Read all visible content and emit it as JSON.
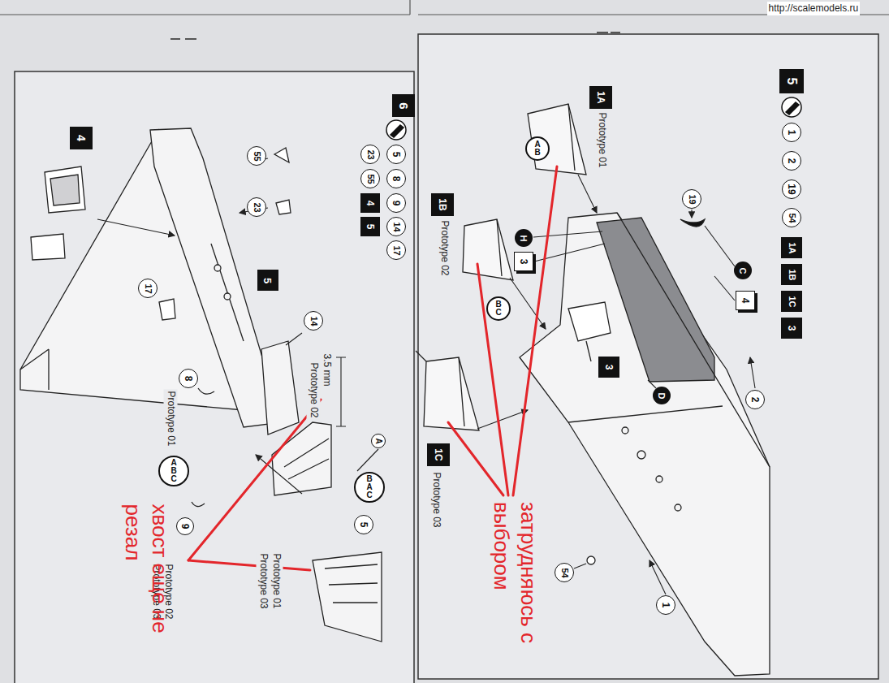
{
  "diagram": {
    "nodes": [
      {
        "text": [
          "5"
        ]
      },
      {
        "text": [
          "1"
        ]
      },
      {
        "text": [
          "2"
        ]
      },
      {
        "text": [
          "19"
        ]
      },
      {
        "text": [
          "54"
        ]
      },
      {
        "text": [
          "1A"
        ]
      },
      {
        "text": [
          "1B"
        ]
      },
      {
        "text": [
          "1C"
        ]
      },
      {
        "text": [
          "3"
        ]
      },
      {
        "text": [
          "1A"
        ]
      },
      {
        "text": [
          "A",
          "B"
        ]
      },
      {
        "text": [
          "1B"
        ]
      },
      {
        "text": [
          "H"
        ]
      },
      {
        "text": [
          "3"
        ]
      },
      {
        "text": [
          "19"
        ]
      },
      {
        "text": [
          "C"
        ]
      },
      {
        "text": [
          "4"
        ]
      },
      {
        "text": [
          "B",
          "C"
        ]
      },
      {
        "text": [
          "3"
        ]
      },
      {
        "text": [
          "D"
        ]
      },
      {
        "text": [
          "2"
        ]
      },
      {
        "text": [
          "1C"
        ]
      },
      {
        "text": [
          "54"
        ]
      },
      {
        "text": [
          "1"
        ]
      },
      {
        "text": [
          "6"
        ]
      },
      {
        "text": [
          "5"
        ]
      },
      {
        "text": [
          "8"
        ]
      },
      {
        "text": [
          "9"
        ]
      },
      {
        "text": [
          "14"
        ]
      },
      {
        "text": [
          "17"
        ]
      },
      {
        "text": [
          "23"
        ]
      },
      {
        "text": [
          "55"
        ]
      },
      {
        "text": [
          "4"
        ]
      },
      {
        "text": [
          "5"
        ]
      },
      {
        "text": [
          "4"
        ]
      },
      {
        "text": [
          "55"
        ]
      },
      {
        "text": [
          "23"
        ]
      },
      {
        "text": [
          "5"
        ]
      },
      {
        "text": [
          "17"
        ]
      },
      {
        "text": [
          "14"
        ]
      },
      {
        "text": [
          "8"
        ]
      },
      {
        "text": [
          "A",
          "B",
          "C"
        ]
      },
      {
        "text": [
          "9"
        ]
      },
      {
        "text": [
          "A"
        ]
      },
      {
        "text": [
          "B",
          "A",
          "C"
        ]
      },
      {
        "text": [
          "5"
        ]
      }
    ],
    "labels": [
      "http://scalemodels.ru",
      "Prototype 01",
      "Prototype 02",
      "Prototype 03",
      "3.5 mm",
      "Prototype 02",
      "Prototype 01",
      "Prototype 02",
      "Prototype 03",
      "Prototype 01",
      "Prototype 03",
      "затрудняюсь с выбором",
      "хвост еще не резал"
    ]
  }
}
